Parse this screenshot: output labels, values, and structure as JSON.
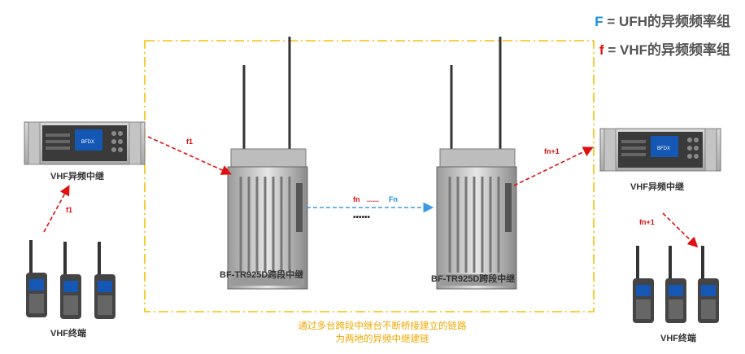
{
  "legend": {
    "uhf": {
      "symbol": "F",
      "eq": "=",
      "text": "UFH的异频频率组"
    },
    "vhf": {
      "symbol": "f",
      "eq": "=",
      "text": "VHF的异频频率组"
    }
  },
  "nodes": {
    "left_repeater": "VHF异频中继",
    "right_repeater": "VHF异频中继",
    "left_terminals": "VHF终端",
    "right_terminals": "VHF终端",
    "relay_a": "BF-TR925D跨段中继",
    "relay_b": "BF-TR925D跨段中继"
  },
  "links": {
    "terminal_up": "f1",
    "repeater_to_relay": "f1",
    "relay_middle_left": "fn",
    "relay_middle_dots": "......",
    "relay_middle_right": "Fn",
    "relay_to_repeater": "fn+1",
    "repeater_down": "fn+1",
    "chain_dots": "••••••"
  },
  "caption": {
    "line1": "通过多台跨段中继台不断桥接建立的链路",
    "line2": "为两地的异频中继建链"
  },
  "colors": {
    "frame": "#f5c000",
    "red_link": "#e01010",
    "blue_link": "#3a9ae8"
  }
}
